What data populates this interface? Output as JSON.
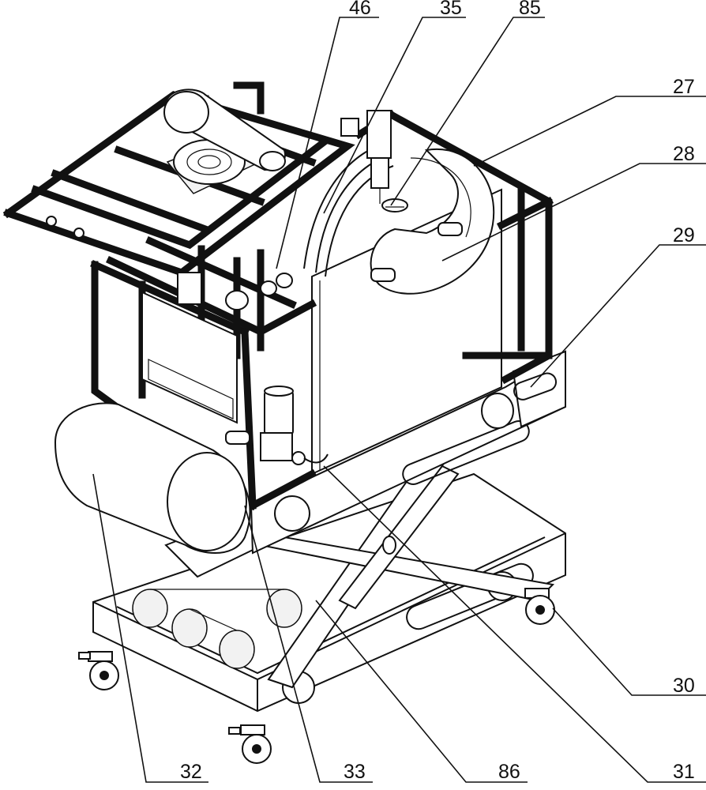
{
  "labels": [
    {
      "id": "46",
      "text": "46"
    },
    {
      "id": "35",
      "text": "35"
    },
    {
      "id": "85",
      "text": "85"
    },
    {
      "id": "27",
      "text": "27"
    },
    {
      "id": "28",
      "text": "28"
    },
    {
      "id": "29",
      "text": "29"
    },
    {
      "id": "30",
      "text": "30"
    },
    {
      "id": "32",
      "text": "32"
    },
    {
      "id": "33",
      "text": "33"
    },
    {
      "id": "86",
      "text": "86"
    },
    {
      "id": "31",
      "text": "31"
    }
  ]
}
